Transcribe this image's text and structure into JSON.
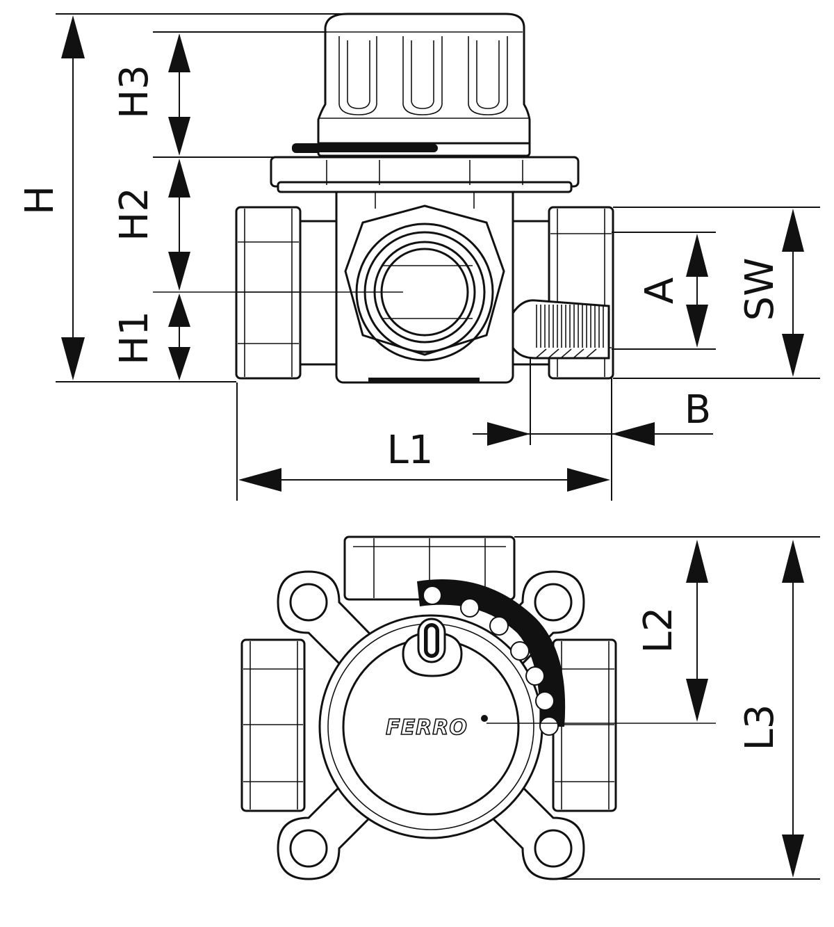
{
  "dimension_labels": {
    "H": "H",
    "H1": "H1",
    "H2": "H2",
    "H3": "H3",
    "A": "A",
    "SW": "SW",
    "B": "B",
    "L1": "L1",
    "L2": "L2",
    "L3": "L3"
  },
  "brand": "FERRO",
  "colors": {
    "line": "#111111",
    "background": "#ffffff"
  }
}
